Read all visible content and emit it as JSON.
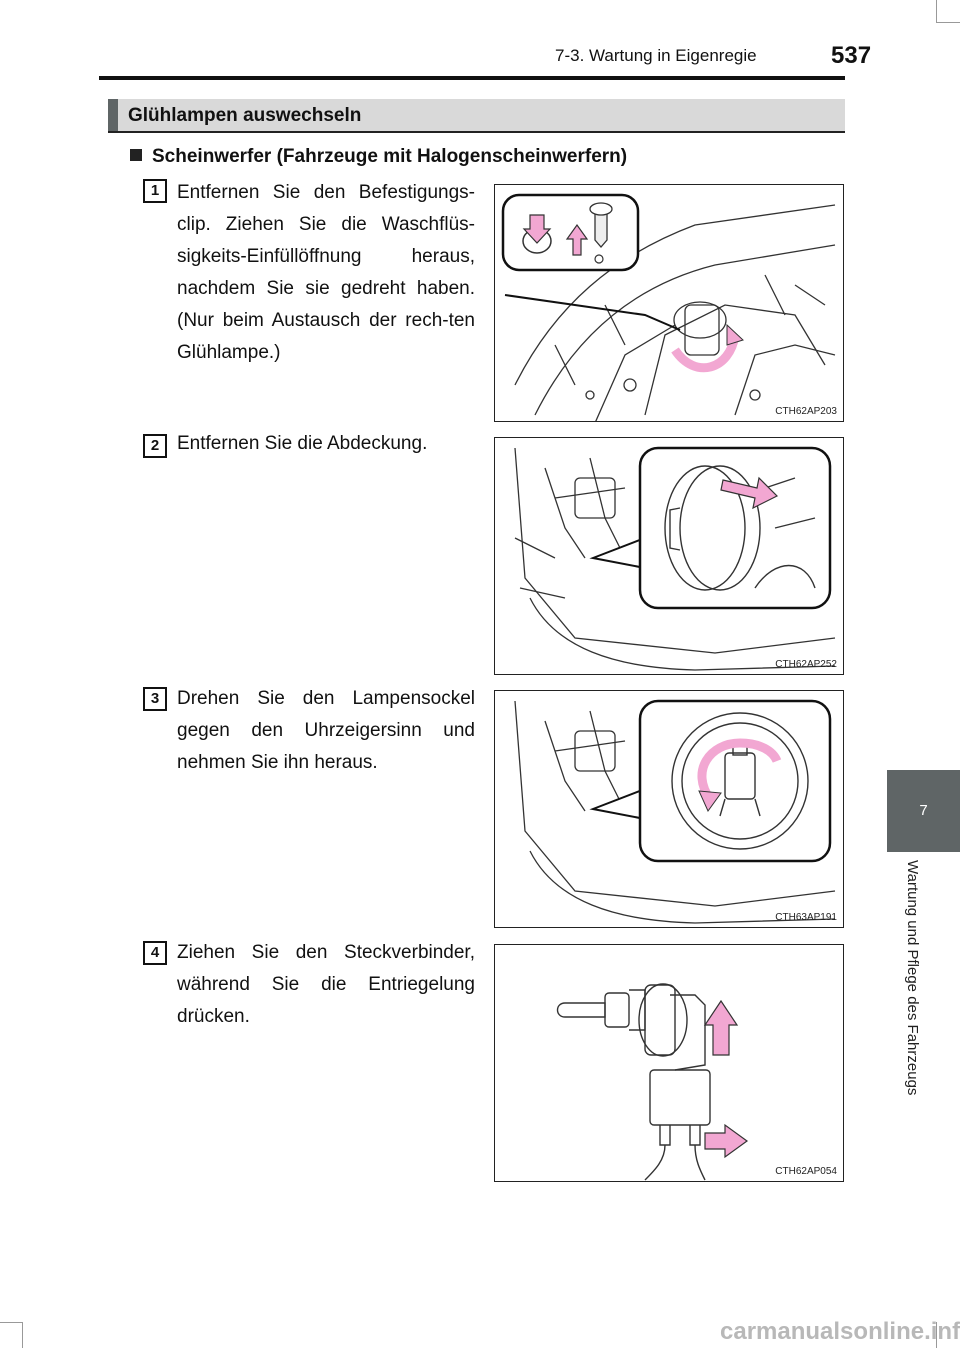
{
  "header": {
    "title": "7-3. Wartung in Eigenregie",
    "page_number": "537"
  },
  "section": {
    "title": "Glühlampen auswechseln"
  },
  "subheading": "Scheinwerfer (Fahrzeuge mit Halogenscheinwerfern)",
  "steps": [
    {
      "num": "1",
      "text": "Entfernen Sie den Befestigungs-clip. Ziehen Sie die Waschflüs-sigkeits-Einfüllöffnung heraus, nachdem Sie sie gedreht haben. (Nur beim Austausch der rech-ten Glühlampe.)",
      "figure_code": "CTH62AP203"
    },
    {
      "num": "2",
      "text": "Entfernen Sie die Abdeckung.",
      "figure_code": "CTH62AP252"
    },
    {
      "num": "3",
      "text": "Drehen Sie den Lampensockel gegen den Uhrzeigersinn und nehmen Sie ihn heraus.",
      "figure_code": "CTH63AP191"
    },
    {
      "num": "4",
      "text": "Ziehen Sie den Steckverbinder, während Sie die Entriegelung drücken.",
      "figure_code": "CTH62AP054"
    }
  ],
  "side_tab": {
    "chapter": "7",
    "label": "Wartung und Pflege des Fahrzeugs"
  },
  "footer": {
    "watermark": "carmanualsonline.info"
  },
  "colors": {
    "arrow_pink": "#f2a7d2",
    "tab_gray": "#5f6566",
    "section_gray": "#d9d9d9"
  }
}
